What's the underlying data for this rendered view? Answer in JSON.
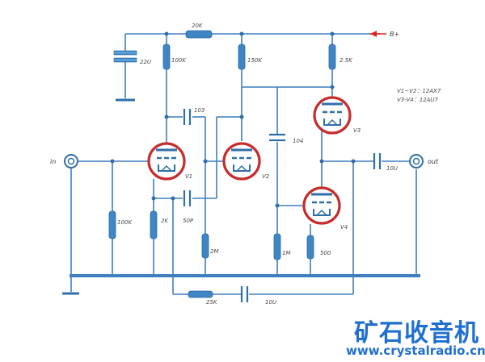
{
  "labels": {
    "r_top": "20K",
    "c_supply": "22U",
    "r_v1_plate": "100K",
    "r_v2_plate": "150K",
    "r_v3_plate": "2.5K",
    "supply": "B+",
    "tube_types": [
      "V1~V2：12AX7",
      "V3-V4：12AU7"
    ],
    "c_coupling_1": "103",
    "c_coupling_2": "104",
    "c_bypass": "50P",
    "c_out": "10U",
    "c_feedback": "10U",
    "r_input": "100K",
    "r_v1_cathode": "2K",
    "r_v2_grid": "2M",
    "r_v4_grid": "1M",
    "r_v4_cathode": "500",
    "r_feedback": "25K",
    "in": "in",
    "out": "out",
    "tubes": [
      "V1",
      "V2",
      "V3",
      "V4"
    ]
  },
  "brand": {
    "name": "矿石收音机",
    "url": "www.crystalradio.cn"
  }
}
